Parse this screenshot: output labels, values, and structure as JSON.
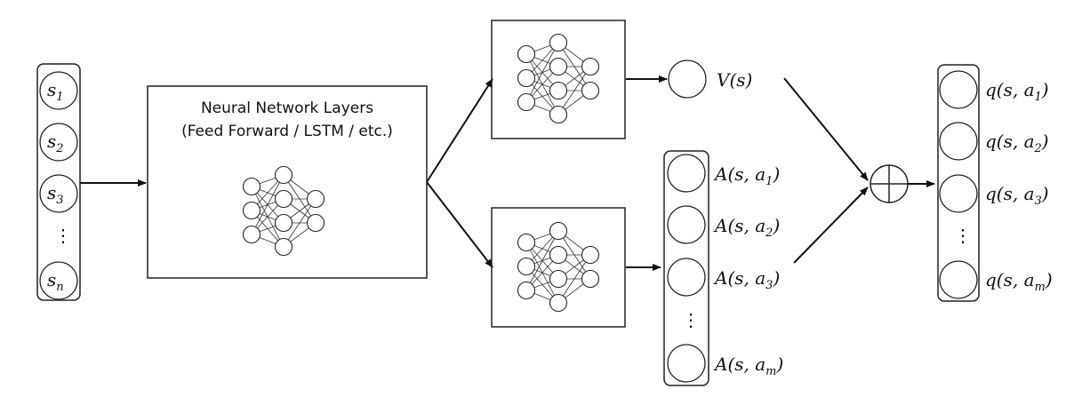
{
  "input": {
    "labels": [
      {
        "base": "s",
        "sub": "1"
      },
      {
        "base": "s",
        "sub": "2"
      },
      {
        "base": "s",
        "sub": "3"
      },
      {
        "base": "⋮",
        "sub": ""
      },
      {
        "base": "s",
        "sub": "n"
      }
    ]
  },
  "network_block": {
    "title_line1": "Neural Network Layers",
    "title_line2": "(Feed Forward / LSTM / etc.)"
  },
  "value_stream": {
    "label": "V(s)"
  },
  "advantage_stream": {
    "labels": [
      "A(s, a",
      "A(s, a",
      "A(s, a",
      "A(s, a"
    ],
    "subs": [
      "1",
      "2",
      "3",
      "m"
    ],
    "ellipsis": "⋮"
  },
  "aggregator": {
    "symbol": "⊕"
  },
  "output": {
    "labels": [
      "q(s, a",
      "q(s, a",
      "q(s, a",
      "q(s, a"
    ],
    "subs": [
      "1",
      "2",
      "3",
      "m"
    ],
    "ellipsis": "⋮"
  }
}
